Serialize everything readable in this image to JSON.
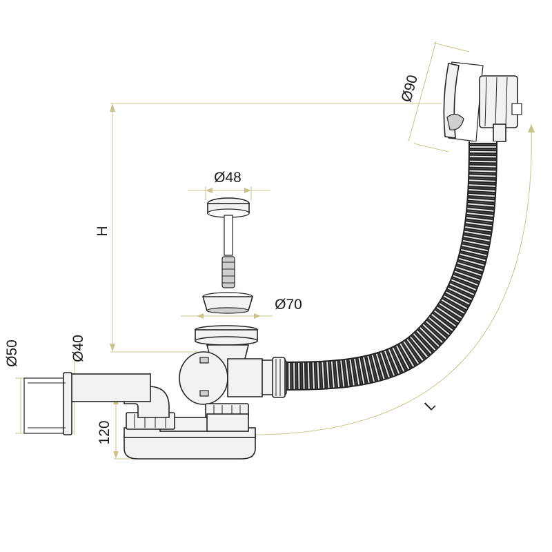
{
  "diagram": {
    "labels": {
      "height": "H",
      "length": "L",
      "d90": "Ø90",
      "d48": "Ø48",
      "d70": "Ø70",
      "d50": "Ø50",
      "d40": "Ø40",
      "h120": "120"
    },
    "colors": {
      "dimension_line": "#c9c48a",
      "outline": "#222222",
      "fill": "#f2f2f2"
    }
  }
}
